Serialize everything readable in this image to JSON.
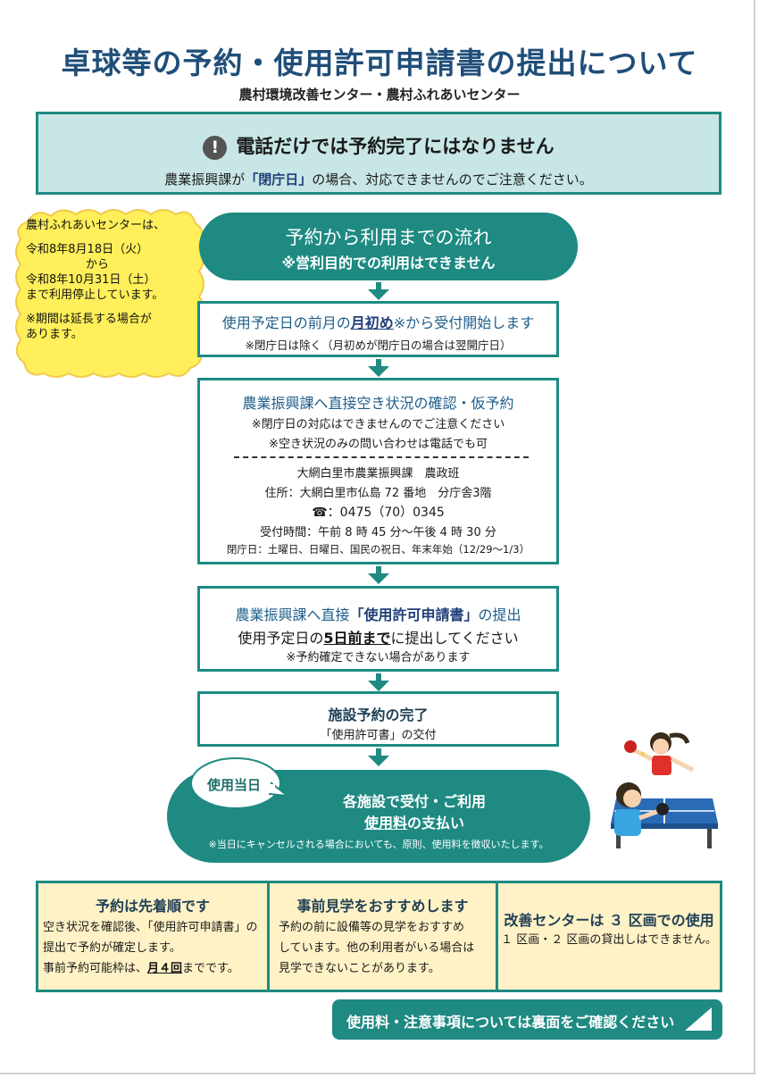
{
  "title": "卓球等の予約・使用許可申請書の提出について",
  "subtitle": "農村環境改善センター・農村ふれあいセンター",
  "warning": {
    "icon": "exclamation-icon",
    "head": "電話だけでは予約完了にはなりません",
    "sub_pre": "農業振興課が",
    "sub_em": "「閉庁日」",
    "sub_post": "の場合、対応できませんのでご注意ください。"
  },
  "notice": {
    "line1": "農村ふれあいセンターは、",
    "line2": "令和8年8月18日（火）",
    "line3": "から",
    "line4": "令和8年10月31日（土）",
    "line5": "まで利用停止しています。",
    "line6": "※期間は延長する場合が",
    "line7": "あります。"
  },
  "flow": {
    "head": "予約から利用までの流れ",
    "head_note": "※営利目的での利用はできません"
  },
  "step1": {
    "pre": "使用予定日の前月の",
    "em": "月初め",
    "post": "※から受付開始します",
    "note": "※閉庁日は除く（月初めが閉庁日の場合は翌開庁日）"
  },
  "step2": {
    "head": "農業振興課へ直接空き状況の確認・仮予約",
    "note1": "※閉庁日の対応はできませんのでご注意ください",
    "note2": "※空き状況のみの問い合わせは電話でも可",
    "office": "大網白里市農業振興課　農政班",
    "address": "住所：大網白里市仏島 72 番地　分庁舎3階",
    "tel_icon": "☎",
    "tel": "：0475（70）0345",
    "hours": "受付時間：午前 8 時 45 分～午後 4 時 30 分",
    "closed": "閉庁日：土曜日、日曜日、国民の祝日、年末年始（12/29～1/3）"
  },
  "step3": {
    "head_pre": "農業振興課へ直接",
    "head_em": "「使用許可申請書」",
    "head_post": "の提出",
    "line_pre": "使用予定日の",
    "line_em": "5日前まで",
    "line_post": "に提出してください",
    "note": "※予約確定できない場合があります"
  },
  "step4": {
    "head": "施設予約の完了",
    "sub": "「使用許可書」の交付"
  },
  "final": {
    "bubble": "使用当日",
    "line1": "各施設で受付・ご利用",
    "line2_em": "使用料",
    "line2_post": "の支払い",
    "note": "※当日にキャンセルされる場合においても、原則、使用料を徴収いたします。"
  },
  "box1": {
    "title": "予約は先着順です",
    "l1": "空き状況を確認後、「使用許可申請書」の",
    "l2": "提出で予約が確定します。",
    "l3_pre": "事前予約可能枠は、",
    "l3_em": "月４回",
    "l3_post": "までです。"
  },
  "box2": {
    "title": "事前見学をおすすめします",
    "l1": "予約の前に設備等の見学をおすすめ",
    "l2": "しています。他の利用者がいる場合は",
    "l3": "見学できないことがあります。"
  },
  "box3": {
    "title": "改善センターは ３ 区画での使用",
    "l1": "１ 区画・２ 区画の貸出しはできません。"
  },
  "footer": {
    "label": "使用料・注意事項については裏面をご確認ください"
  },
  "colors": {
    "teal": "#1e8a82",
    "teal_light": "#c8e6e6",
    "title_blue": "#1f4e79",
    "notice_yellow": "#ffef5a",
    "box_cream": "#fff2c6"
  }
}
